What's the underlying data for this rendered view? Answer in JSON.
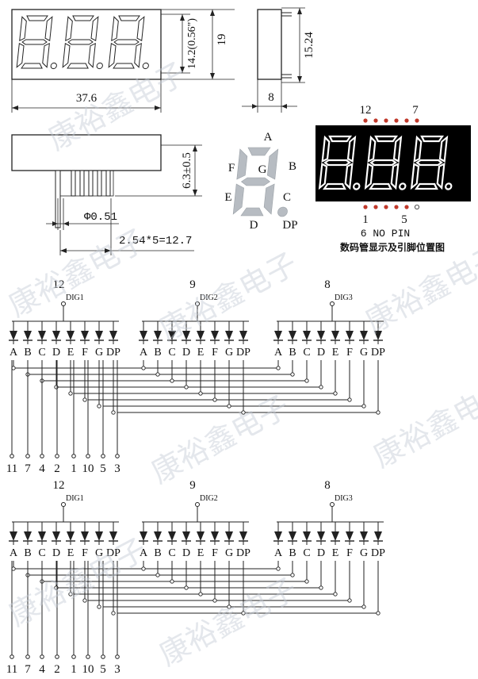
{
  "dimensions": {
    "width_label": "37.6",
    "digit_height_label": "14.2(0.56\")",
    "total_height_label": "19",
    "depth_label": "8",
    "pin_length_label": "15.24",
    "pin_height_label": "6.3±0.5",
    "pin_diameter_label": "Φ0.51",
    "pin_pitch_label": "2.54*5=12.7"
  },
  "segment_legend": {
    "segments": [
      "A",
      "B",
      "C",
      "D",
      "E",
      "F",
      "G",
      "DP"
    ]
  },
  "pin_view": {
    "top_left_pin": "12",
    "top_right_pin": "7",
    "bottom_left_pin": "1",
    "bottom_right_pin": "5",
    "note": "6 NO PIN",
    "caption": "数码管显示及引脚位置图",
    "display_color": "#000000",
    "segment_color": "#ffffff",
    "pin_dot_color": "#c0392b"
  },
  "schematics": [
    {
      "digits": [
        {
          "pin": "12",
          "label": "DIG1"
        },
        {
          "pin": "9",
          "label": "DIG2"
        },
        {
          "pin": "8",
          "label": "DIG3"
        }
      ],
      "segment_labels": [
        "A",
        "B",
        "C",
        "D",
        "E",
        "F",
        "G",
        "DP"
      ],
      "bottom_pins": [
        "11",
        "7",
        "4",
        "2",
        "1",
        "10",
        "5",
        "3"
      ]
    },
    {
      "digits": [
        {
          "pin": "12",
          "label": "DIG1"
        },
        {
          "pin": "9",
          "label": "DIG2"
        },
        {
          "pin": "8",
          "label": "DIG3"
        }
      ],
      "segment_labels": [
        "A",
        "B",
        "C",
        "D",
        "E",
        "F",
        "G",
        "DP"
      ],
      "bottom_pins": [
        "11",
        "7",
        "4",
        "2",
        "1",
        "10",
        "5",
        "3"
      ]
    }
  ],
  "watermark": "康裕鑫电子"
}
